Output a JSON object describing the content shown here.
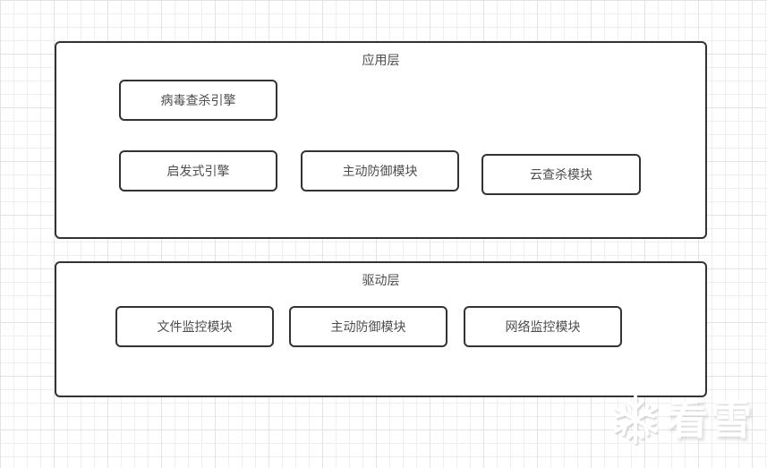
{
  "diagram": {
    "layers": [
      {
        "title": "应用层",
        "nodes": [
          "病毒查杀引擎",
          "启发式引擎",
          "主动防御模块",
          "云查杀模块"
        ]
      },
      {
        "title": "驱动层",
        "nodes": [
          "文件监控模块",
          "主动防御模块",
          "网络监控模块"
        ]
      }
    ]
  },
  "watermark": {
    "icon": "snowflake",
    "text": "看雪"
  },
  "colors": {
    "shape_border": "#333333",
    "shape_text": "#4d4d4d",
    "shape_fill": "#ffffff",
    "grid_line": "#efefef",
    "grid_line_major": "#e3e3e3",
    "watermark_fill": "#ffffff"
  }
}
